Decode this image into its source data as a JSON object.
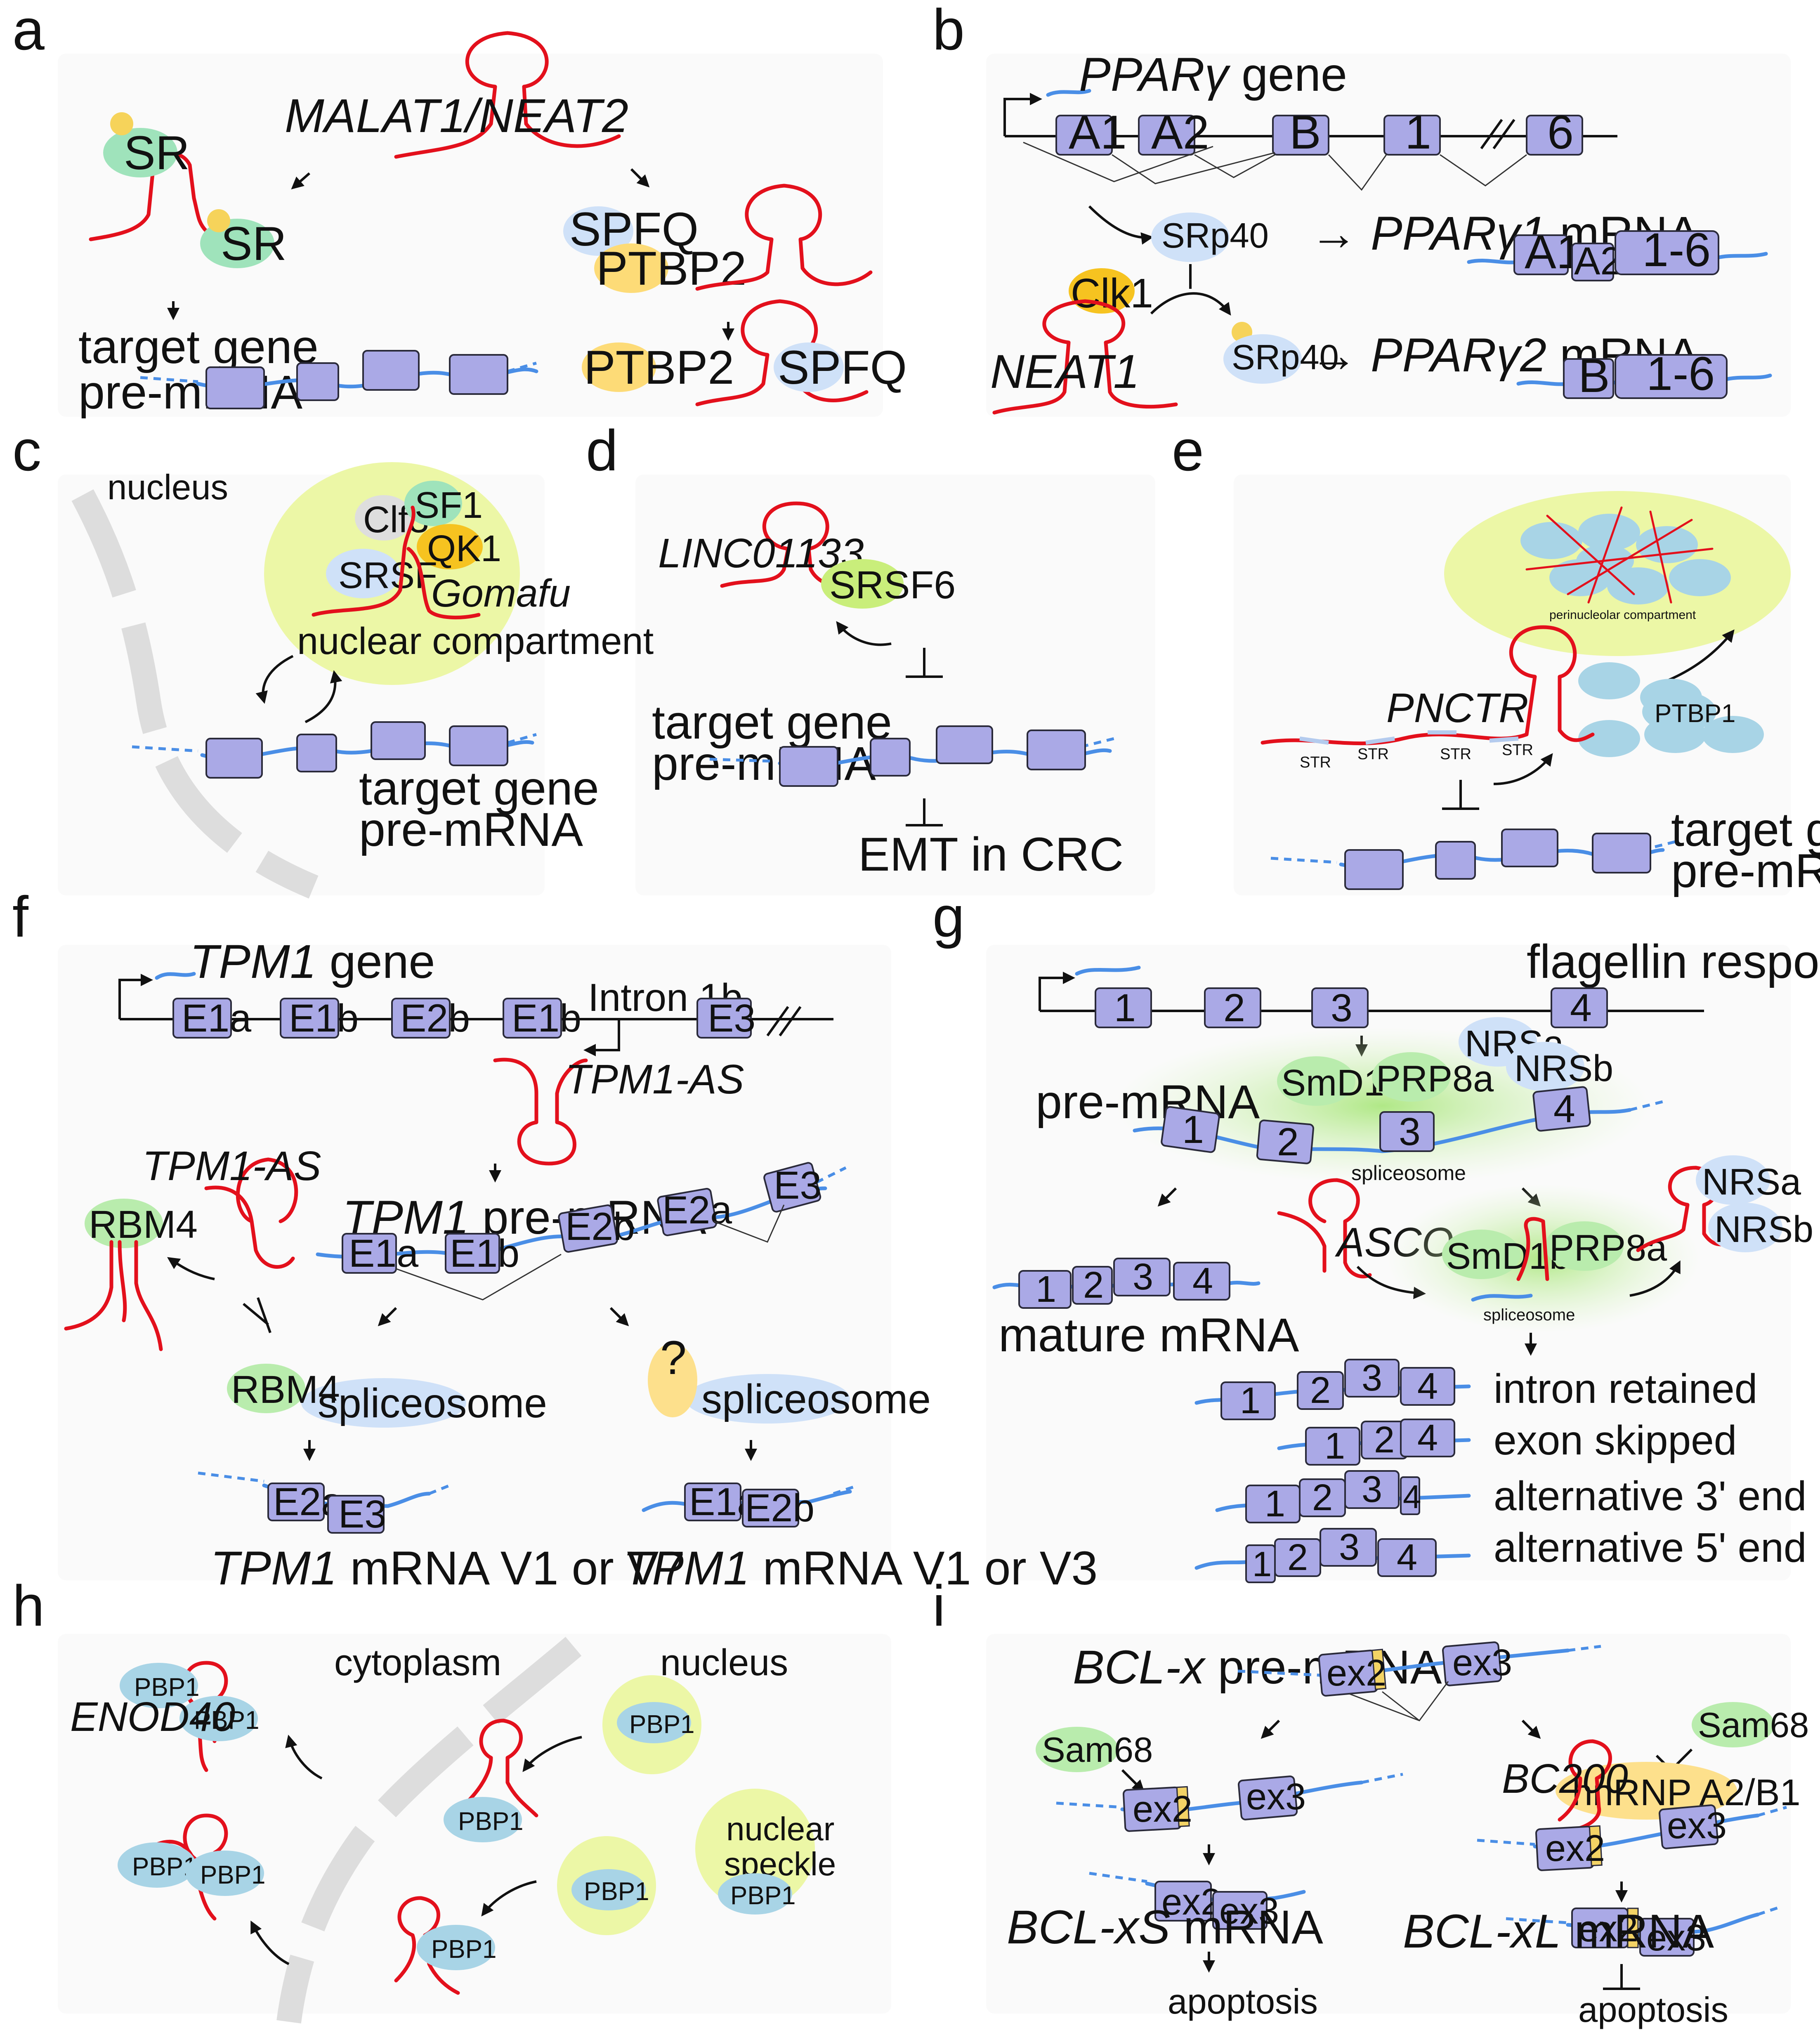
{
  "panel_labels": [
    "a",
    "b",
    "c",
    "d",
    "e",
    "f",
    "g",
    "h",
    "i"
  ],
  "colors": {
    "exon": "#aaa9e6",
    "mrna": "#4a8ee6",
    "lncrna": "#e3101c",
    "sr_protein": "#9fe3bb",
    "sfpq": "#cfe1f8",
    "ptbp2": "#fddb77",
    "compartment": "#ecf7a6",
    "pbp1": "#a8d4e6",
    "sam68": "#b9ecad",
    "hnrnp": "#fde08c"
  },
  "a": {
    "lncrna": "MALAT1/NEAT2",
    "sr1": "SR",
    "sr2": "SR",
    "sfpq1": "SPFQ",
    "ptbp2a": "PTBP2",
    "ptbp2b": "PTBP2",
    "sfpq2": "SPFQ",
    "target_gene": "target gene",
    "pre_mrna": "pre-mRNA"
  },
  "b": {
    "gene": "PPARγ",
    "gene_suffix": " gene",
    "exons": [
      "A1",
      "A2",
      "B",
      "1",
      "6"
    ],
    "srp40a": "SRp40",
    "srp40b": "SRp40",
    "clk1": "Clk1",
    "lncrna": "NEAT1",
    "mrna1": "PPARγ1",
    "mrna2": "PPARγ2",
    "mrna_suffix": " mRNA",
    "m1_exons": [
      "A1",
      "A2",
      "1-6"
    ],
    "m2_exons": [
      "B",
      "1-6"
    ]
  },
  "c": {
    "nucleus": "nucleus",
    "clf3": "Clf3",
    "sf1": "SF1",
    "srsf": "SRSF",
    "qk1": "QK1",
    "lncrna": "Gomafu",
    "compartment": "nuclear compartment",
    "target_gene": "target gene",
    "pre_mrna": "pre-mRNA"
  },
  "d": {
    "lncrna": "LINC01133",
    "srsf6": "SRSF6",
    "target_gene": "target gene",
    "pre_mrna": "pre-mRNA",
    "emt": "EMT in CRC"
  },
  "e": {
    "compartment": "perinucleolar compartment",
    "lncrna": "PNCTR",
    "str": [
      "STR",
      "STR",
      "STR",
      "STR"
    ],
    "ptbp1": "PTBP1",
    "target_gene": "target gene",
    "pre_mrna": "pre-mRNA"
  },
  "f": {
    "gene": "TPM1",
    "gene_suffix": " gene",
    "exons": [
      "E1a",
      "E1b",
      "E2b",
      "E1b",
      "E3"
    ],
    "intron": "Intron 1b",
    "as1": "TPM1-AS",
    "as2": "TPM1-AS",
    "premrna_gene": "TPM1",
    "premrna_suffix": " pre-mRNA",
    "pre_exons": [
      "E1a",
      "E1b",
      "E2b",
      "E2a",
      "E3"
    ],
    "rbm4a": "RBM4",
    "rbm4b": "RBM4",
    "spliceosome1": "spliceosome",
    "unknown": "?",
    "spliceosome2": "spliceosome",
    "out1_exons": [
      "E2a",
      "E3"
    ],
    "out2_exons": [
      "E1a",
      "E2b"
    ],
    "mrna_gene": "TPM1",
    "out1_label": " mRNA V1 or V7",
    "out2_label": " mRNA V1 or V3"
  },
  "g": {
    "title": "flagellin responsive genes",
    "exons": [
      "1",
      "2",
      "3",
      "4"
    ],
    "nrsa1": "NRSa",
    "nrsb1": "NRSb",
    "smd1b1": "SmD1b",
    "prp8a1": "PRP8a",
    "pre_mrna": "pre-mRNA",
    "spliceosome1": "spliceosome",
    "mature": "mature mRNA",
    "lncrna": "ASCO",
    "smd1b2": "SmD1b",
    "prp8a2": "PRP8a",
    "spliceosome2": "spliceosome",
    "nrsa2": "NRSa",
    "nrsb2": "NRSb",
    "outcomes": [
      "intron retained",
      "exon skipped",
      "alternative 3' end",
      "alternative 5' end"
    ]
  },
  "h": {
    "cytoplasm": "cytoplasm",
    "nucleus": "nucleus",
    "lncrna": "ENOD40",
    "pbp1": "PBP1",
    "speckle1": "nuclear",
    "speckle2": "speckle"
  },
  "i": {
    "premrna_gene": "BCL-x",
    "premrna_suffix": " pre-mRNA",
    "ex2": "ex2",
    "ex3": "ex3",
    "sam68a": "Sam68",
    "sam68b": "Sam68",
    "lncrna": "BC200",
    "hnrnp": "hnRNP A2/B1",
    "xs": "BCL-xS",
    "xl": "BCL-xL",
    "mrna_suffix": " mRNA",
    "apoptosis1": "apoptosis",
    "apoptosis2": "apoptosis"
  }
}
